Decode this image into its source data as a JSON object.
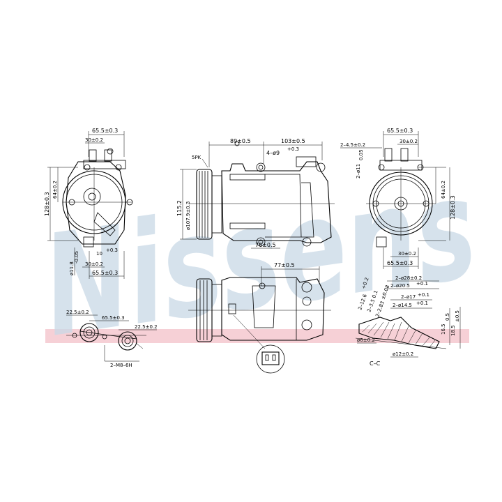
{
  "watermark": {
    "text": "Nissens",
    "band_color": "#f4c4cc",
    "text_color": "#c9d9e6"
  },
  "left_view": {
    "dim_top": "65.5±0.3",
    "dim_top2": "30±0.2",
    "dim_left": "128±0.3",
    "dim_left2": "64±0.2",
    "dim_hole": "10",
    "dim_hole_tol": "+0.3",
    "dim_bore": "ø11.8",
    "dim_bore_tol": "-0.05",
    "dim_bot": "30±0.2",
    "dim_bot2": "65.5±0.3"
  },
  "center_view": {
    "label_pk": "5PK",
    "dim_89": "89±0.5",
    "dim_103": "103±0.5",
    "dim_holes": "4–ø9",
    "dim_holes_tol": "+0.3",
    "dim_115": "115.2",
    "dim_pulley": "ø107.9±0.3",
    "dim_76": "76±0.5"
  },
  "right_view": {
    "dim_top": "65.5±0.3",
    "dim_top2": "30±0.2",
    "dim_holes": "2–4.5±0.2",
    "dim_bore": "2–ø11",
    "dim_bore_tol": "0.05",
    "dim_right": "64±0.2",
    "dim_right2": "128±0.3",
    "dim_bot": "30±0.2",
    "dim_bot2": "65.5±0.3"
  },
  "lower_center": {
    "dim_77": "77±0.5"
  },
  "port_view": {
    "dim_a": "22.5±0.2",
    "dim_b": "65.5±0.3",
    "dim_c": "22.5±0.2",
    "thread": "2–M8–6H"
  },
  "section_view": {
    "d1": "2–ø28±0.2",
    "d2": "2–ø20.5",
    "d2_tol": "+0.1",
    "d3": "2–ø17",
    "d3_tol": "+0.1",
    "d4": "2–ø14.5",
    "d4_tol": "+0.1",
    "a1": "2–12.6",
    "a1_tol": "+0.2",
    "a2": "2–3.5",
    "a2_tol": "0.1",
    "a3": "2–2.83",
    "a3_tol": "±0.08",
    "h1": "16.5",
    "h1_tol": "0.5",
    "h2": "18.5",
    "h2_tol": "±0.5",
    "d5": "ø6±0.2",
    "d6": "ø12±0.2",
    "label": "C–C"
  }
}
